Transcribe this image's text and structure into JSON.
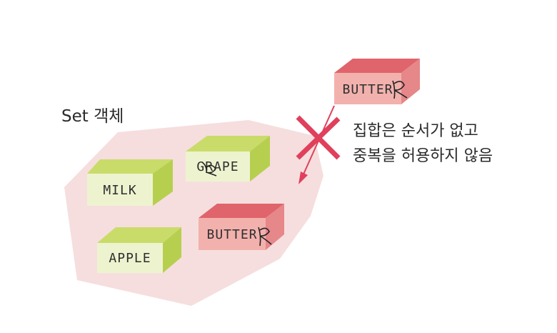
{
  "set_label": "Set 객체",
  "note": {
    "line1": "집합은 순서가 없고",
    "line2": "중복을 허용하지 않음"
  },
  "boxes": {
    "milk": "MILK",
    "grape": "GRAPE",
    "apple": "APPLE",
    "butter_inside": "BUTTER",
    "butter_outside": "BUTTER"
  },
  "colors": {
    "set_region": "#f6dede",
    "green_front": "#eef3cf",
    "green_top": "#c9dc6a",
    "green_side": "#b7cf4f",
    "red_front": "#f2b1ad",
    "red_top": "#e0646b",
    "red_side": "#e6878a",
    "cross": "#e0405c"
  }
}
